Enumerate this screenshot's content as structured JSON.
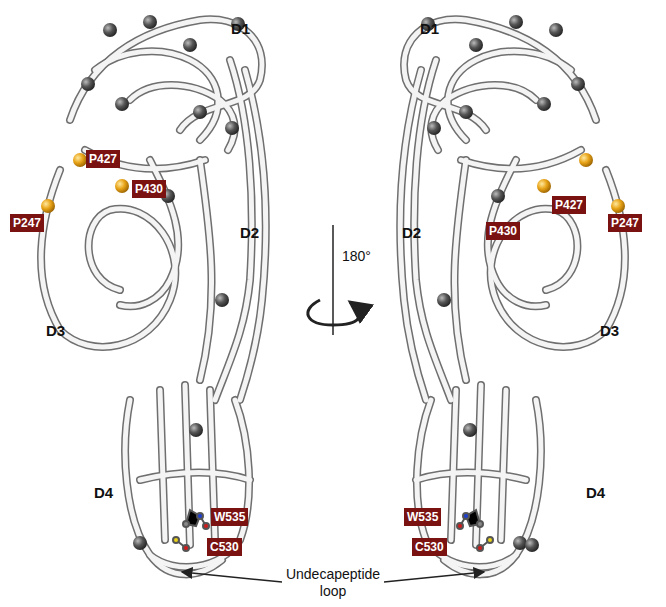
{
  "diagram": {
    "nodes": [
      {
        "text": [
          "P427"
        ]
      },
      {
        "text": [
          "P430"
        ]
      },
      {
        "text": [
          "P247"
        ]
      },
      {
        "text": [
          "W535"
        ]
      },
      {
        "text": [
          "C530"
        ]
      },
      {
        "text": [
          "P430"
        ]
      },
      {
        "text": [
          "P427"
        ]
      },
      {
        "text": [
          "P247"
        ]
      },
      {
        "text": [
          "W535"
        ]
      },
      {
        "text": [
          "C530"
        ]
      }
    ],
    "labels": [
      "D1",
      "D1",
      "180°",
      "D2",
      "D2",
      "D3",
      "D3",
      "D4",
      "D4",
      "Undecapeptide loop"
    ]
  }
}
